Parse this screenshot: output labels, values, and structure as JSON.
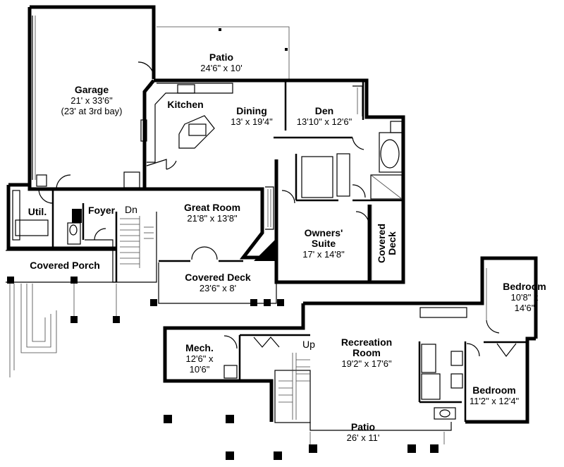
{
  "rooms": {
    "garage": {
      "name": "Garage",
      "dims": "21' x 33'6\"",
      "note": "(23' at 3rd bay)"
    },
    "patio_upper": {
      "name": "Patio",
      "dims": "24'6\" x 10'"
    },
    "kitchen": {
      "name": "Kitchen"
    },
    "dining": {
      "name": "Dining",
      "dims": "13' x 19'4\""
    },
    "den": {
      "name": "Den",
      "dims": "13'10\" x 12'6\""
    },
    "util": {
      "name": "Util."
    },
    "foyer": {
      "name": "Foyer"
    },
    "stair_down": {
      "name": "Dn"
    },
    "great_room": {
      "name": "Great Room",
      "dims": "21'8\" x 13'8\""
    },
    "owners_suite": {
      "name": "Owners'",
      "name2": "Suite",
      "dims": "17' x 14'8\""
    },
    "covered_deck_side": {
      "name": "Covered",
      "name2": "Deck"
    },
    "covered_porch": {
      "name": "Covered Porch"
    },
    "covered_deck": {
      "name": "Covered Deck",
      "dims": "23'6\" x 8'"
    },
    "bedroom_upper": {
      "name": "Bedroom",
      "dims": "10'8\" x",
      "dims2": "14'6\""
    },
    "mech": {
      "name": "Mech.",
      "dims": "12'6\" x",
      "dims2": "10'6\""
    },
    "stair_up": {
      "name": "Up"
    },
    "recreation": {
      "name": "Recreation",
      "name2": "Room",
      "dims": "19'2\" x 17'6\""
    },
    "bedroom_lower": {
      "name": "Bedroom",
      "dims": "11'2\" x 12'4\""
    },
    "patio_lower": {
      "name": "Patio",
      "dims": "26' x 11'"
    }
  }
}
